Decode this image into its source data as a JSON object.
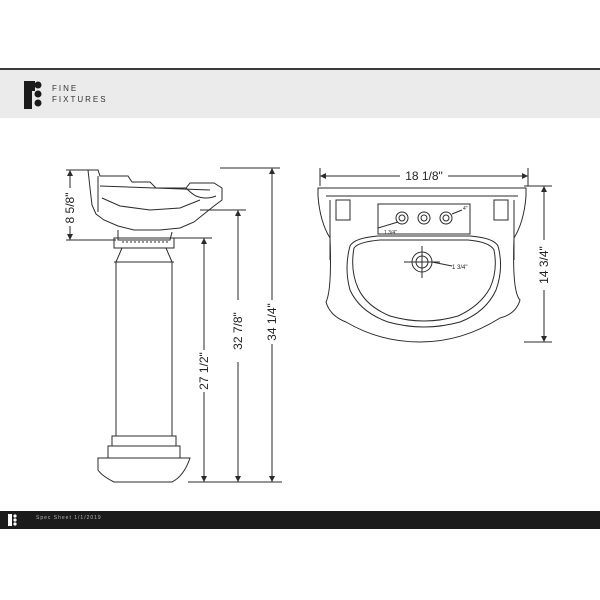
{
  "brand": {
    "line1": "FINE",
    "line2": "FIXTURES"
  },
  "footer": {
    "text": "Spec Sheet 1/1/2019"
  },
  "side_view": {
    "bowl_height": "8 5/8\"",
    "basin_height": "27 1/2\"",
    "rim_height": "32 7/8\"",
    "overall_height": "34 1/4\""
  },
  "top_view": {
    "width": "18 1/8\"",
    "depth": "14 3/4\"",
    "faucet_spread": "4\"",
    "hole_diameter": "1 3/4\"",
    "drain_diameter": "1 3/4\""
  },
  "colors": {
    "line": "#2b2b2b",
    "header_bg": "#ebebeb",
    "footer_bg": "#1b1b1b"
  }
}
